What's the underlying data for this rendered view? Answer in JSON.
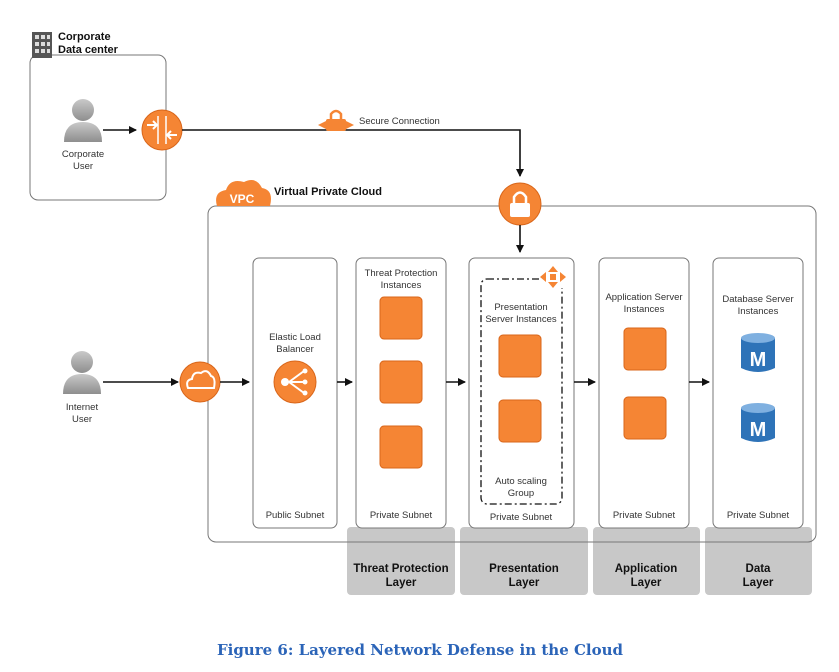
{
  "datacenter": {
    "line1": "Corporate",
    "line2": "Data center"
  },
  "corporate_user": {
    "line1": "Corporate",
    "line2": "User"
  },
  "secure_connection": "Secure Connection",
  "vpc": {
    "badge": "VPC",
    "title": "Virtual Private Cloud"
  },
  "internet_user": {
    "line1": "Internet",
    "line2": "User"
  },
  "elb": {
    "line1": "Elastic Load",
    "line2": "Balancer",
    "subnet": "Public Subnet"
  },
  "threat": {
    "line1": "Threat Protection",
    "line2": "Instances",
    "subnet": "Private Subnet",
    "layer_line1": "Threat Protection",
    "layer_line2": "Layer"
  },
  "presentation": {
    "line1": "Presentation",
    "line2": "Server Instances",
    "asg_line1": "Auto scaling",
    "asg_line2": "Group",
    "subnet": "Private Subnet",
    "layer_line1": "Presentation",
    "layer_line2": "Layer"
  },
  "application": {
    "line1": "Application Server",
    "line2": "Instances",
    "subnet": "Private Subnet",
    "layer_line1": "Application",
    "layer_line2": "Layer"
  },
  "data": {
    "line1": "Database Server",
    "line2": "Instances",
    "db_letter": "M",
    "subnet": "Private Subnet",
    "layer_line1": "Data",
    "layer_line2": "Layer"
  },
  "caption": "Figure 6: Layered Network Defense in the Cloud",
  "colors": {
    "orange": "#f58534",
    "orange_dark": "#d9661a",
    "grey_layer": "#c8c8c8",
    "db_blue": "#2e73b8",
    "caption": "#2b64b8"
  }
}
